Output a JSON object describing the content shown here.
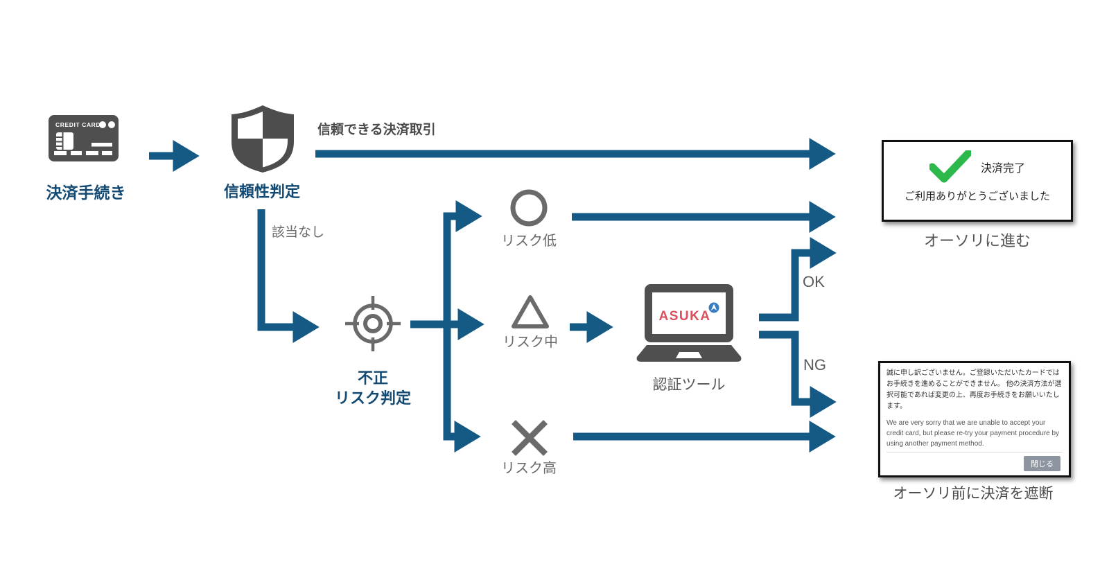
{
  "colors": {
    "arrow_blue": "#155a85",
    "heading_blue": "#134a73",
    "icon_gray": "#4f4f4f",
    "line_gray": "#6a6a6a",
    "check_green": "#2db84c",
    "asuka_red": "#d94f5c",
    "asuka_badge_blue": "#3a7cc0",
    "close_button_gray": "#8d95a0"
  },
  "flow": {
    "payment_step": {
      "label": "決済手続き",
      "card_text": "CREDIT CARD"
    },
    "trust_step": {
      "label": "信頼性判定"
    },
    "trusted_edge_label": "信頼できる決済取引",
    "no_match_edge_label": "該当なし",
    "fraud_step": {
      "label_line1": "不正",
      "label_line2": "リスク判定"
    },
    "risk_low": {
      "label": "リスク低"
    },
    "risk_mid": {
      "label": "リスク中"
    },
    "risk_high": {
      "label": "リスク高"
    },
    "auth_tool": {
      "label": "認証ツール",
      "screen_brand": "ASUKA"
    },
    "ok_edge_label": "OK",
    "ng_edge_label": "NG"
  },
  "success_box": {
    "title": "決済完了",
    "message": "ご利用ありがとうございました",
    "caption": "オーソリに進む"
  },
  "blocked_box": {
    "message_ja": "誠に申し訳ございません。ご登録いただいたカードではお手続きを進めることができません。 他の決済方法が選択可能であれば変更の上、再度お手続きをお願いいたします。",
    "message_en": "We are very sorry that we are unable to accept your credit card, but please re-try your payment procedure by using another payment method.",
    "close_button_label": "閉じる",
    "caption": "オーソリ前に決済を遮断"
  }
}
